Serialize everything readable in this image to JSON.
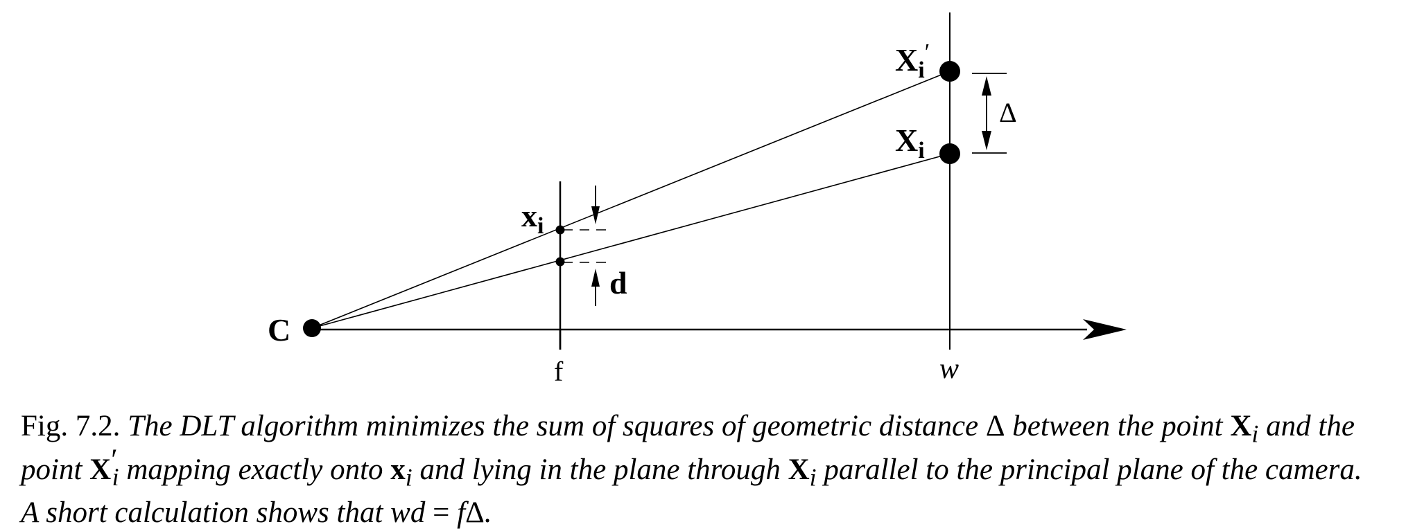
{
  "diagram": {
    "labels": {
      "camera_center": "C",
      "focal_tick": "f",
      "depth_tick": "w",
      "image_point": "x",
      "image_point_sub": "i",
      "world_point": "X",
      "world_point_sub": "i",
      "world_point_prime": "X",
      "world_point_prime_sub": "i",
      "prime_mark": "′",
      "distance_symbol": "Δ",
      "image_offset": "d"
    }
  },
  "caption": {
    "fig_number": "Fig. 7.2.",
    "seg1": "The DLT algorithm minimizes the sum of squares of geometric distance",
    "delta1": "Δ",
    "seg2": "between the point",
    "sym_X1": "X",
    "sub_i1": "i",
    "seg3": "and the point",
    "sym_X2": "X",
    "prime2": "′",
    "sub_i2": "i",
    "seg4": "mapping exactly onto",
    "sym_x3": "x",
    "sub_i3": "i",
    "seg5": "and lying in the plane through",
    "sym_X4": "X",
    "sub_i4": "i",
    "seg6": "parallel to the principal plane of the camera",
    "seg7": ". A short calculation shows that",
    "eq_w": "w",
    "eq_d": "d",
    "eq_eq": " = ",
    "eq_f": "f",
    "eq_delta": "Δ",
    "eq_end": "."
  }
}
